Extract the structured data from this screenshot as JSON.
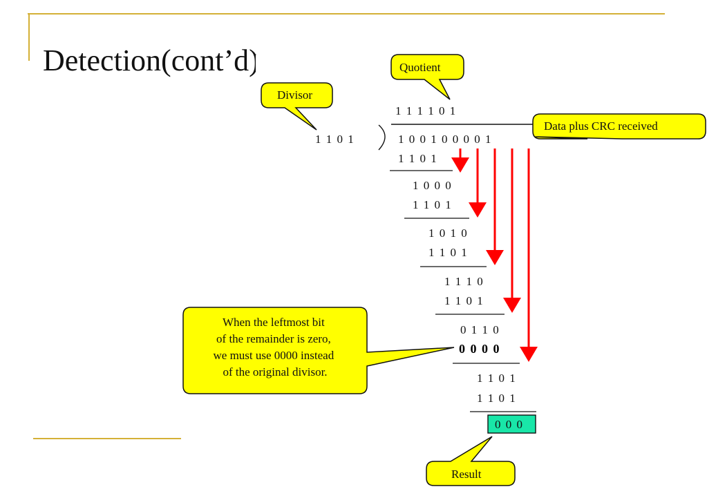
{
  "slide": {
    "title": "Detection(cont’d)",
    "accent_color": "#d4b036"
  },
  "diagram": {
    "divisor": "1 1 0 1",
    "quotient": "1 1 1 1 0 1",
    "dividend": "1 0 0 1 0 0 0 0 1",
    "steps": [
      {
        "subtract": "1 1 0 1",
        "remainder": "1 0 0 0"
      },
      {
        "subtract": "1 1 0 1",
        "remainder": "1 0 1 0"
      },
      {
        "subtract": "1 1 0 1",
        "remainder": "1 1 1 0"
      },
      {
        "subtract": "1 1 0 1",
        "remainder": "0 1 1 0"
      },
      {
        "subtract": "0 0 0 0",
        "remainder": "1 1 0 1"
      },
      {
        "subtract": "1 1 0 1",
        "remainder": ""
      }
    ],
    "result": "0 0 0",
    "colors": {
      "callout_fill": "#ffff00",
      "result_fill": "#19e6a8",
      "arrow": "#ff0000"
    }
  },
  "callouts": {
    "divisor": "Divisor",
    "quotient": "Quotient",
    "data_crc": "Data plus CRC received",
    "result": "Result",
    "note": [
      "When the leftmost bit",
      "of the remainder is zero,",
      "we must use 0000 instead",
      "of the original divisor."
    ]
  }
}
